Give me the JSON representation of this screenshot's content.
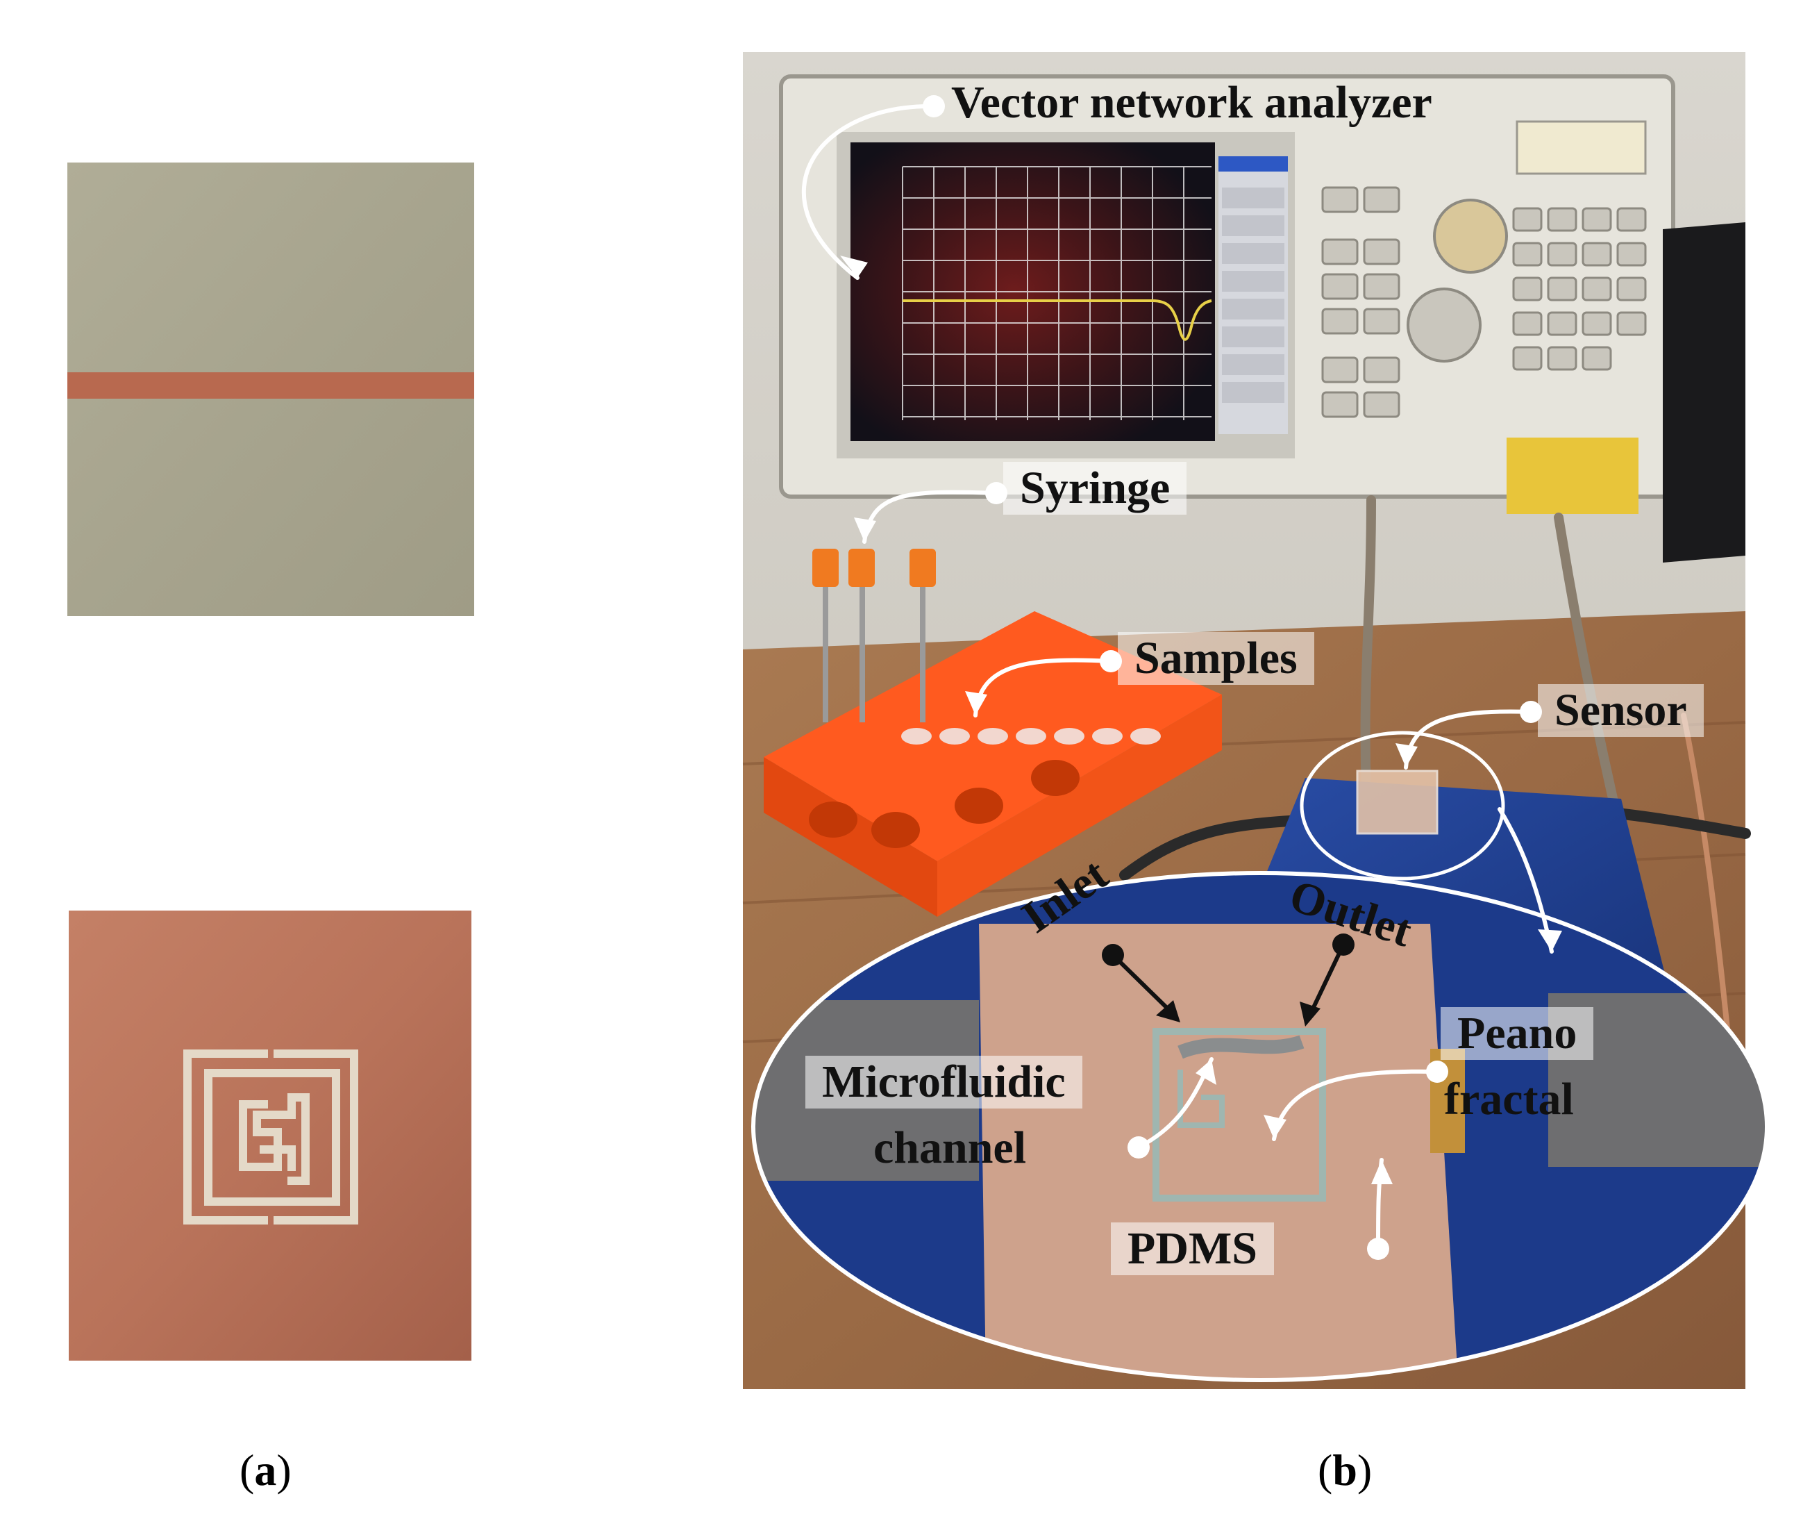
{
  "panel_a": {
    "label_paren_open": "(",
    "label_letter": "a",
    "label_paren_close": ")"
  },
  "panel_b": {
    "label_paren_open": "(",
    "label_letter": "b",
    "label_paren_close": ")",
    "callouts": {
      "vna": "Vector network analyzer",
      "syringe": "Syringe",
      "samples": "Samples",
      "sensor": "Sensor",
      "inlet": "Inlet",
      "outlet": "Outlet",
      "microfluidic_1": "Microfluidic",
      "microfluidic_2": "channel",
      "peano_1": "Peano",
      "peano_2": "fractal",
      "pdms": "PDMS"
    }
  },
  "colors": {
    "substrate_gray": "#a8a58f",
    "copper": "#b9735a",
    "feedline": "#b8694f",
    "resonator_trace": "#e4d9c8",
    "rack_orange": "#ff5a1f",
    "table_wood": "#9a6a45",
    "blue_plate": "#1f3c8c"
  }
}
